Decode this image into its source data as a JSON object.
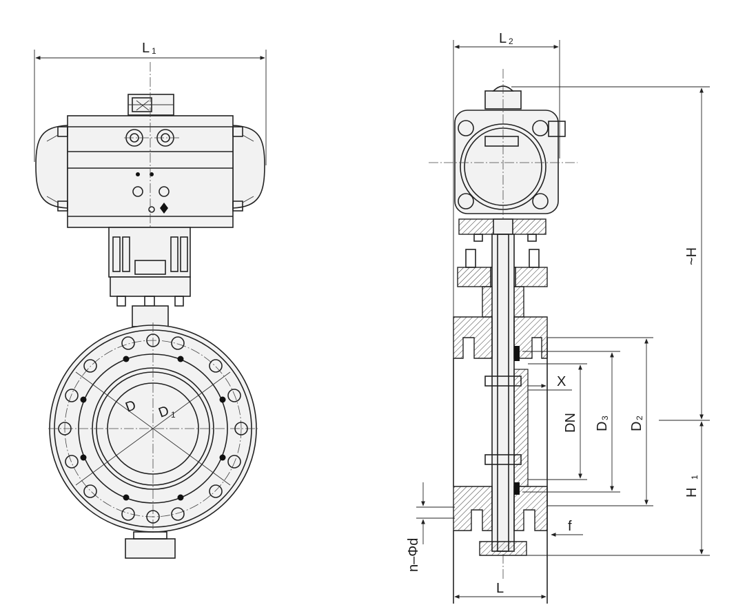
{
  "figure": {
    "front_view_labels": {
      "overall_width": "L",
      "overall_width_sub": "1",
      "seat_dia": "D",
      "inner_dia": "D",
      "inner_dia_sub": "1"
    },
    "side_view_labels": {
      "actuator_depth": "L",
      "actuator_depth_sub": "2",
      "total_height": "~H",
      "lower_height": "H",
      "lower_height_sub": "1",
      "nominal_dia": "DN",
      "bolt_circle": "D",
      "bolt_circle_sub": "3",
      "flange_dia": "D",
      "flange_dia_sub": "2",
      "offset": "X",
      "face": "f",
      "bolt_holes": "n–Φd",
      "face_to_face": "L"
    }
  }
}
